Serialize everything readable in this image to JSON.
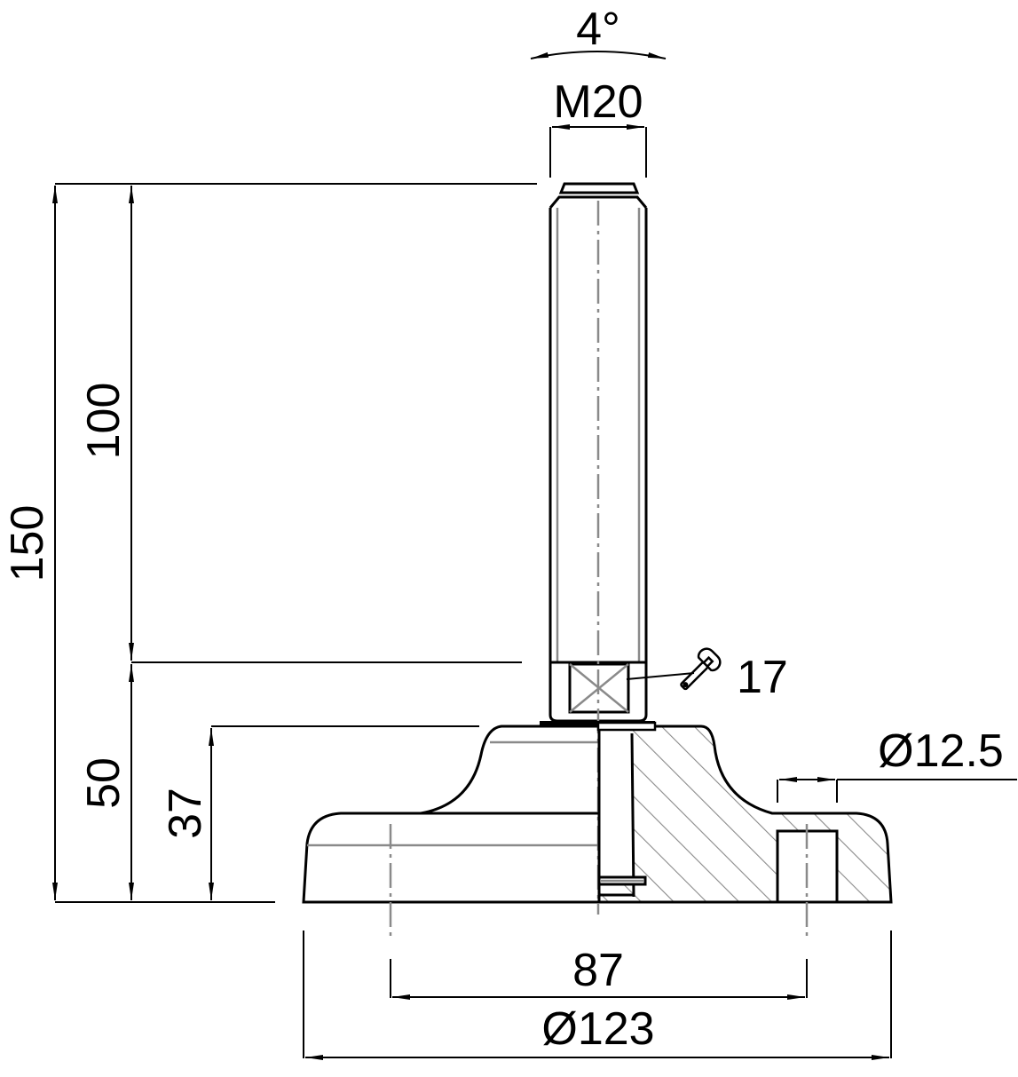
{
  "drawing": {
    "title": "Leveling foot technical drawing",
    "line_color": "#000000",
    "hidden_line_color": "#8a8a8a",
    "background": "#ffffff"
  },
  "dimensions": {
    "tilt_angle": "4°",
    "thread": "M20",
    "total_height": "150",
    "spindle_length": "100",
    "base_height": "50",
    "pad_height": "37",
    "wrench_size": "17",
    "hole_diameter": "Ø12.5",
    "hole_spacing": "87",
    "base_diameter": "Ø123"
  },
  "icons": {
    "wrench": "wrench-icon"
  }
}
